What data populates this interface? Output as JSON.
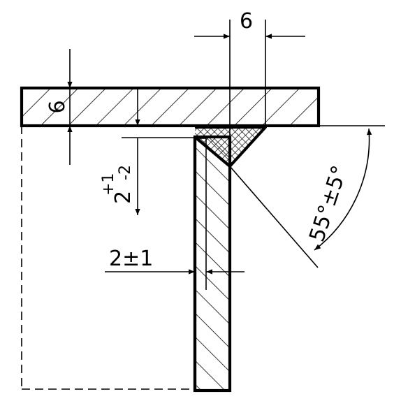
{
  "dimensions": {
    "weld_leg": "6",
    "plate_thickness": "6",
    "gap_main": "2",
    "gap_upper": "+1",
    "gap_lower": "-2",
    "root_gap": "2±1",
    "bevel_angle": "55°±5°"
  },
  "colors": {
    "line": "#000000",
    "background": "#ffffff"
  }
}
